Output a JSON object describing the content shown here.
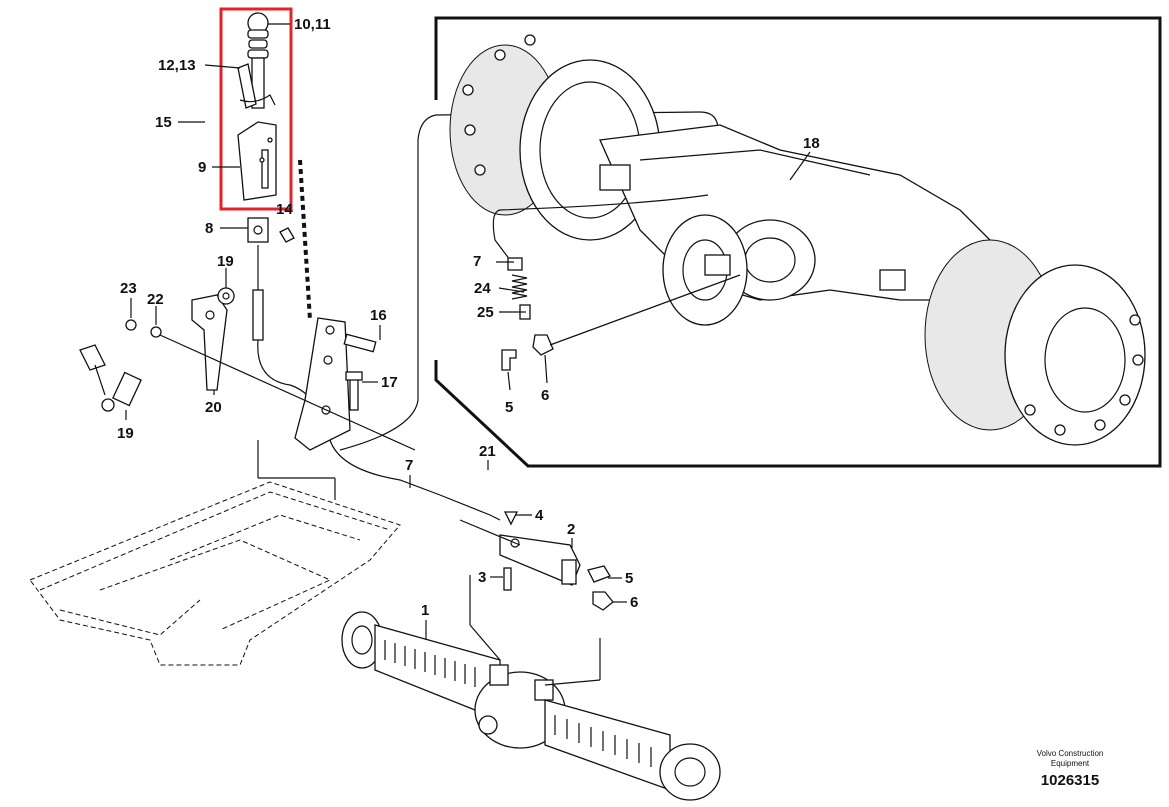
{
  "callouts": {
    "c10_11": "10,11",
    "c12_13": "12,13",
    "c15": "15",
    "c9": "9",
    "c14": "14",
    "c8": "8",
    "c23": "23",
    "c22": "22",
    "c19a": "19",
    "c19b": "19",
    "c20": "20",
    "c16": "16",
    "c17": "17",
    "c21": "21",
    "c7a": "7",
    "c4": "4",
    "c2": "2",
    "c3": "3",
    "c5a": "5",
    "c6a": "6",
    "c1": "1",
    "c18": "18",
    "c7b": "7",
    "c24": "24",
    "c25": "25",
    "c5b": "5",
    "c6b": "6"
  },
  "footer": {
    "brand_line1": "Volvo Construction",
    "brand_line2": "Equipment",
    "figure_number": "1026315"
  },
  "highlight": {
    "color": "#e0242b"
  }
}
